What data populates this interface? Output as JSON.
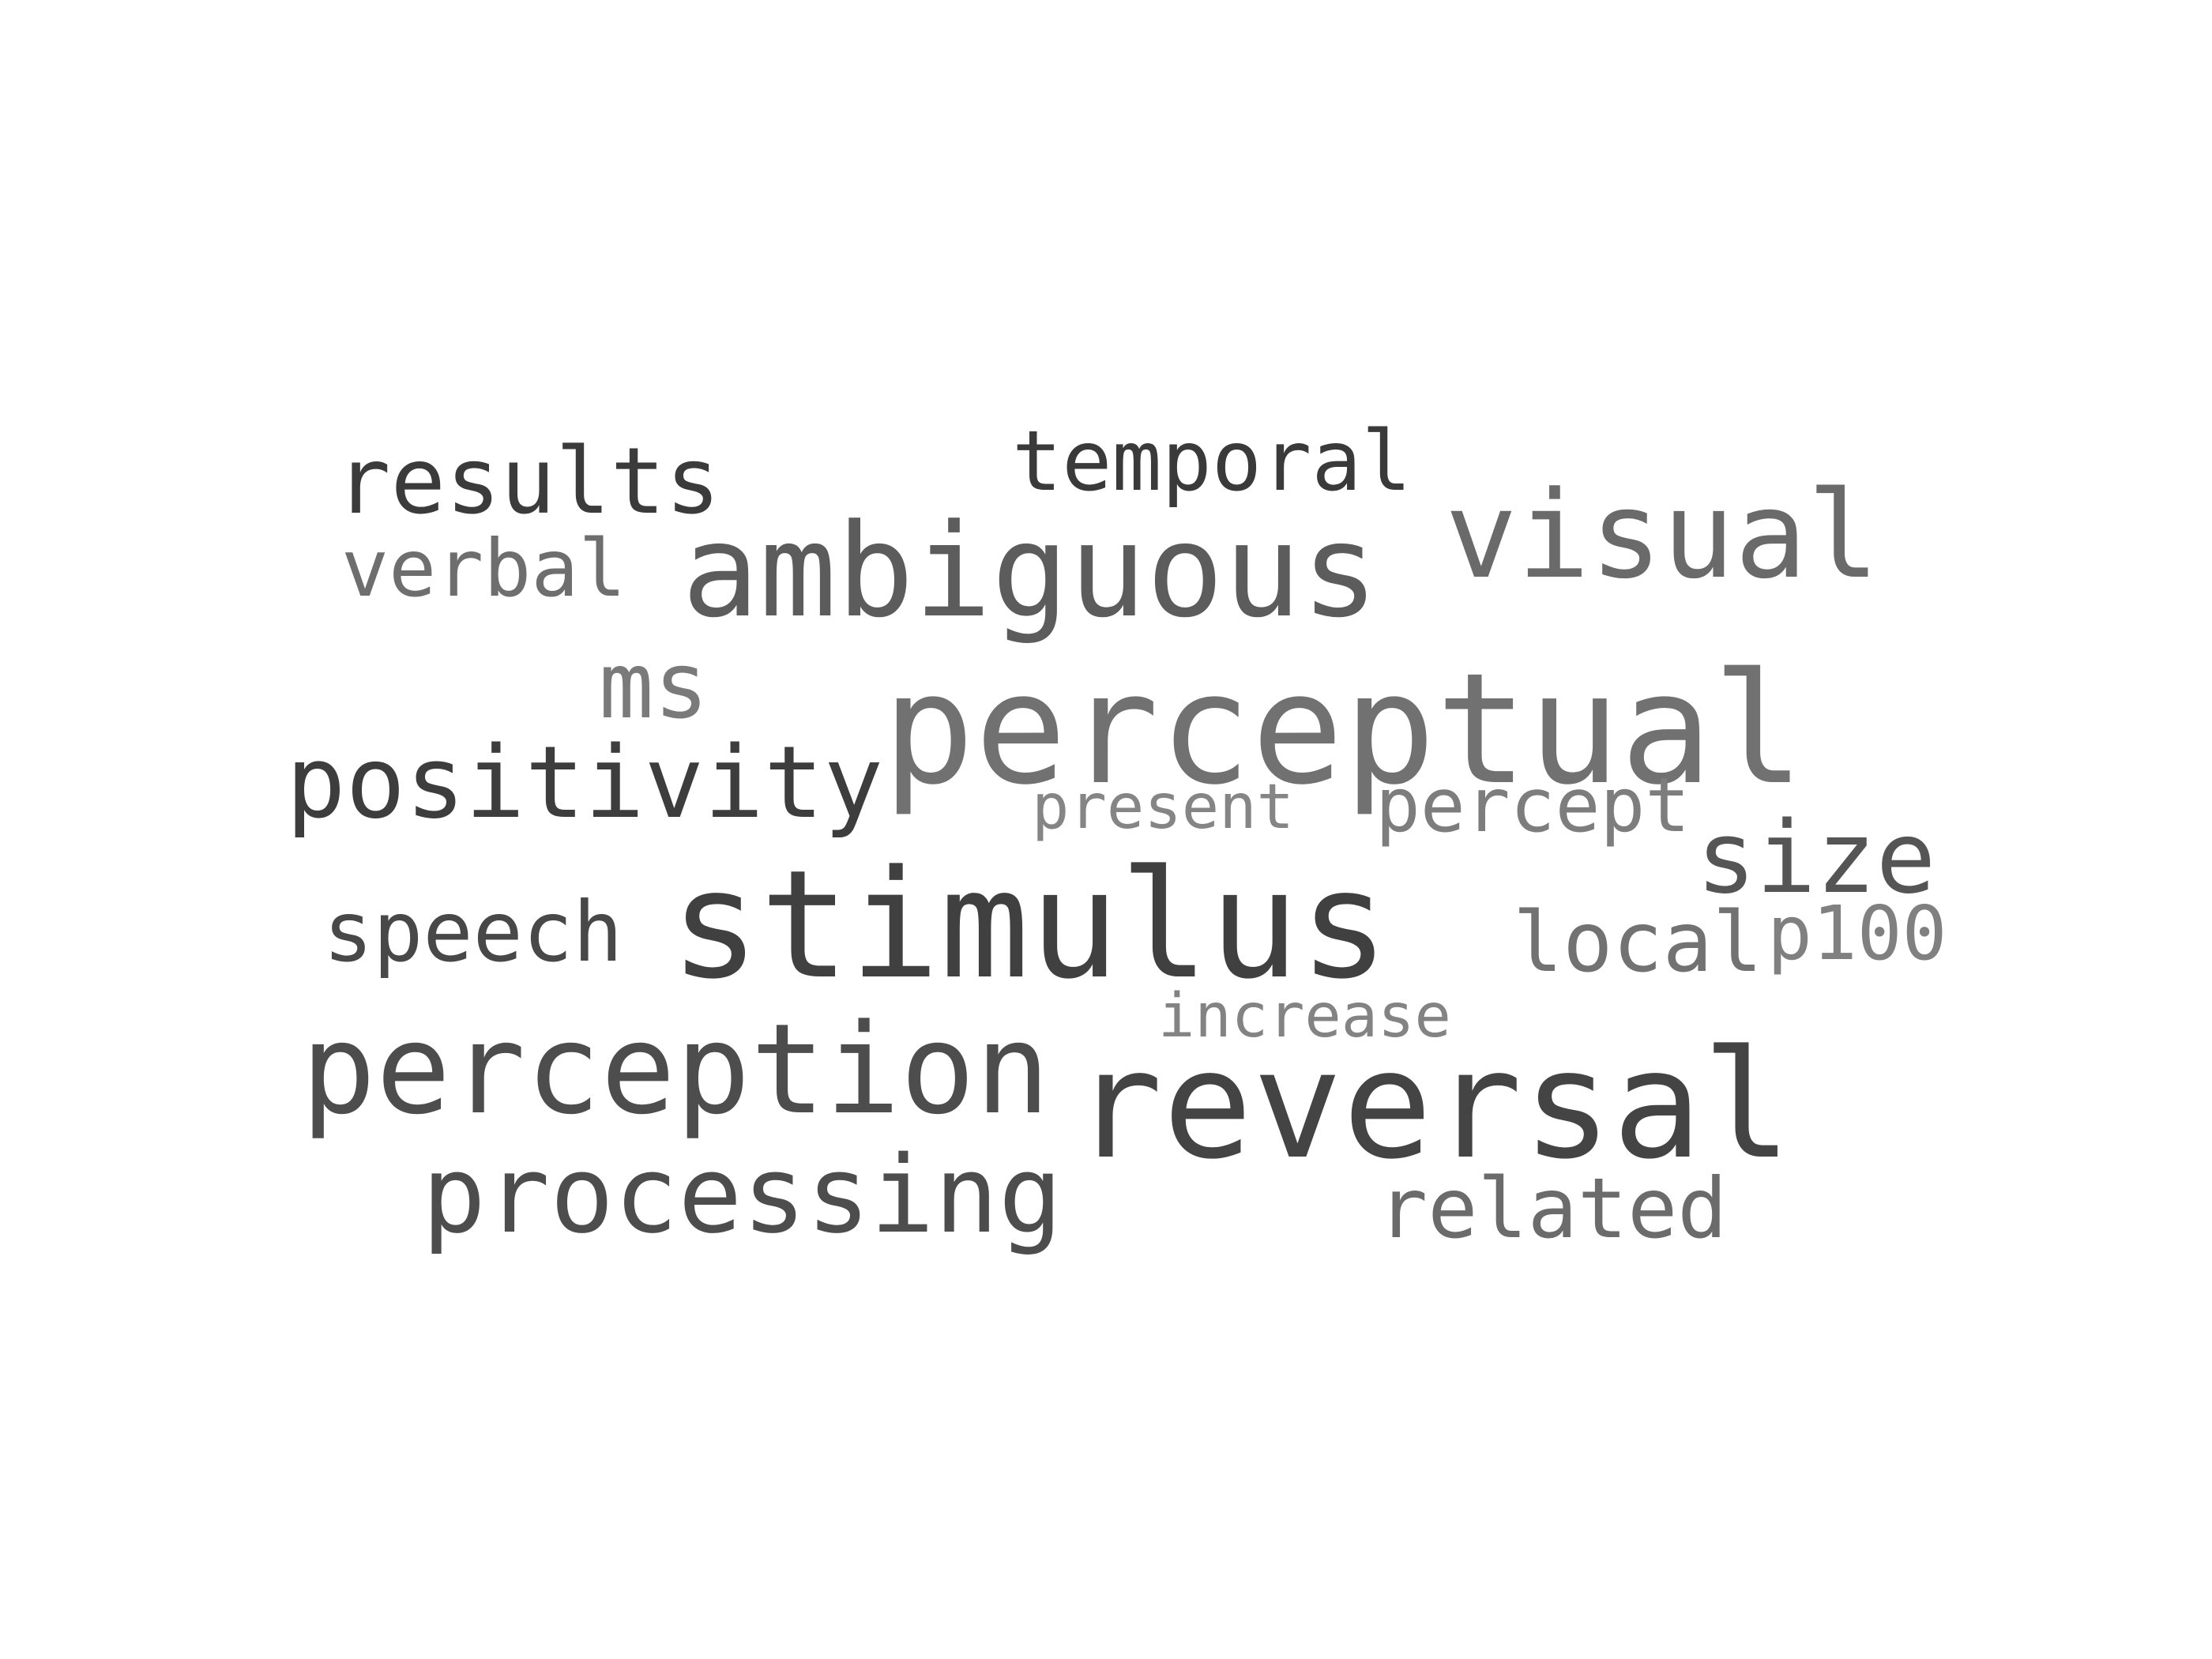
{
  "words": [
    {
      "text": "stimulus",
      "color": "#404040"
    },
    {
      "text": "reversal",
      "color": "#444444"
    },
    {
      "text": "perceptual",
      "color": "#717171"
    },
    {
      "text": "ambiguous",
      "color": "#5c5c5c"
    },
    {
      "text": "perception",
      "color": "#4d4d4d"
    },
    {
      "text": "visual",
      "color": "#6a6a6a"
    },
    {
      "text": "processing",
      "color": "#4d4d4d"
    },
    {
      "text": "positivity",
      "color": "#3d3d3d"
    },
    {
      "text": "results",
      "color": "#3b3b3b"
    },
    {
      "text": "ms",
      "color": "#7a7a7a"
    },
    {
      "text": "size",
      "color": "#555555"
    },
    {
      "text": "temporal",
      "color": "#3a3a3a"
    },
    {
      "text": "speech",
      "color": "#484848"
    },
    {
      "text": "verbal",
      "color": "#6e6e6e"
    },
    {
      "text": "related",
      "color": "#6b6b6b"
    },
    {
      "text": "local",
      "color": "#727272"
    },
    {
      "text": "percept",
      "color": "#7d7d7d"
    },
    {
      "text": "p100",
      "color": "#808080"
    },
    {
      "text": "present",
      "color": "#858585"
    },
    {
      "text": "increase",
      "color": "#838383"
    }
  ]
}
